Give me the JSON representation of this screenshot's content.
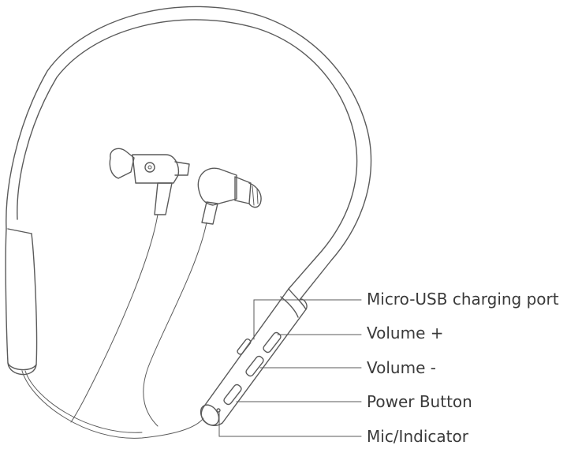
{
  "labels": [
    "Micro-USB charging port",
    "Volume +",
    "Volume -",
    "Power Button",
    "Mic/Indicator"
  ]
}
